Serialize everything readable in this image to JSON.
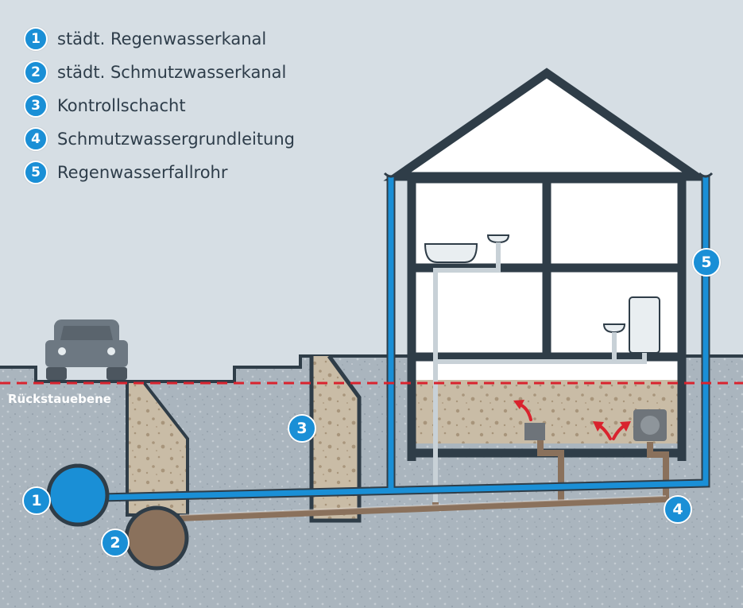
{
  "legend": {
    "items": [
      {
        "number": "1",
        "label": "städt. Regenwasserkanal"
      },
      {
        "number": "2",
        "label": "städt. Schmutzwasserkanal"
      },
      {
        "number": "3",
        "label": "Kontrollschacht"
      },
      {
        "number": "4",
        "label": "Schmutzwassergrundleitung"
      },
      {
        "number": "5",
        "label": "Regenwasserfallrohr"
      }
    ]
  },
  "diagram": {
    "backflow_level_label": "Rückstauebene",
    "markers": {
      "rainwater_sewer": "1",
      "wastewater_sewer": "2",
      "inspection_shaft": "3",
      "wastewater_ground_pipe": "4",
      "rainwater_downpipe": "5"
    }
  },
  "colors": {
    "sky": "#d6dee4",
    "ground": "#a9b4bd",
    "soil": "#c7b9a3",
    "house_outline": "#2f3d48",
    "rainwater_pipe": "#1a8fd6",
    "wastewater_pipe": "#8a715c",
    "backflow_line": "#d9232e",
    "arrow": "#d9232e",
    "marker": "#1a8fd6"
  }
}
